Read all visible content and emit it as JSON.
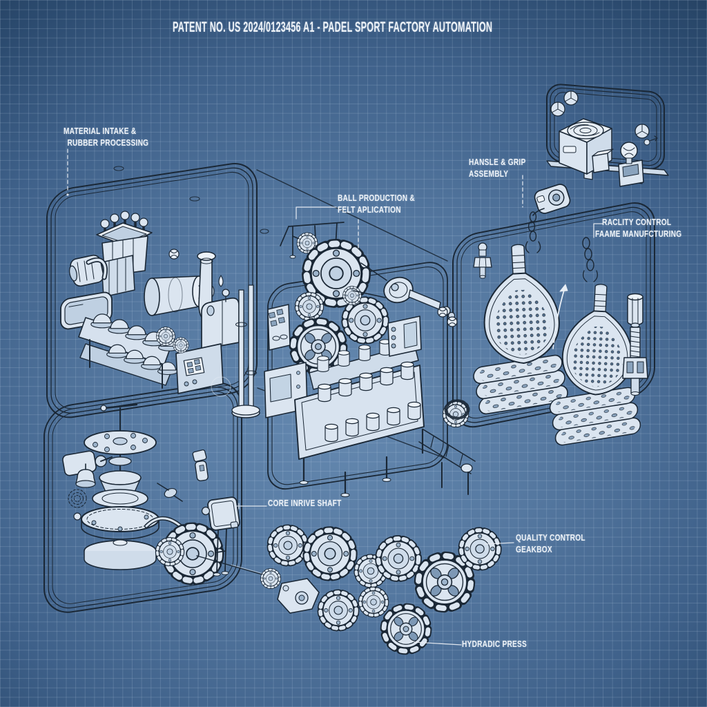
{
  "title": "PATENT NO. US 2024/0123456 A1 - PADEL SPORT FACTORY AUTOMATION",
  "callouts": {
    "material_intake": {
      "lines": [
        "MATERIAL INTAKE &",
        "RUBBER PROCESSING"
      ]
    },
    "ball_production": {
      "lines": [
        "BALL PRODUCTION &",
        "FELT APLICATION"
      ]
    },
    "handle_grip": {
      "lines": [
        "HANSLE & GRIP",
        "ASSEMBLY"
      ]
    },
    "racket_frame": {
      "lines": [
        "RACLITY CONTROL",
        "FAAME MANUFCTURING"
      ]
    },
    "core_drive_shaft": {
      "lines": [
        "CORE INRIVE SHAFT"
      ]
    },
    "quality_gearbox": {
      "lines": [
        "QUALITY CONTROL",
        "GEAKBOX"
      ]
    },
    "hydraulic_press": {
      "lines": [
        "HYDRADIC PRESS"
      ]
    }
  },
  "colors": {
    "background_center": "#6589b0",
    "background_edge": "#24405f",
    "grid_line": "#cfe0f2",
    "line_ink": "#1a2735",
    "machine_fill": "#dbe5f0",
    "machine_shade": "#bfd0e2",
    "hole_fill": "#7d98b5",
    "label_text": "#eef3f8"
  }
}
